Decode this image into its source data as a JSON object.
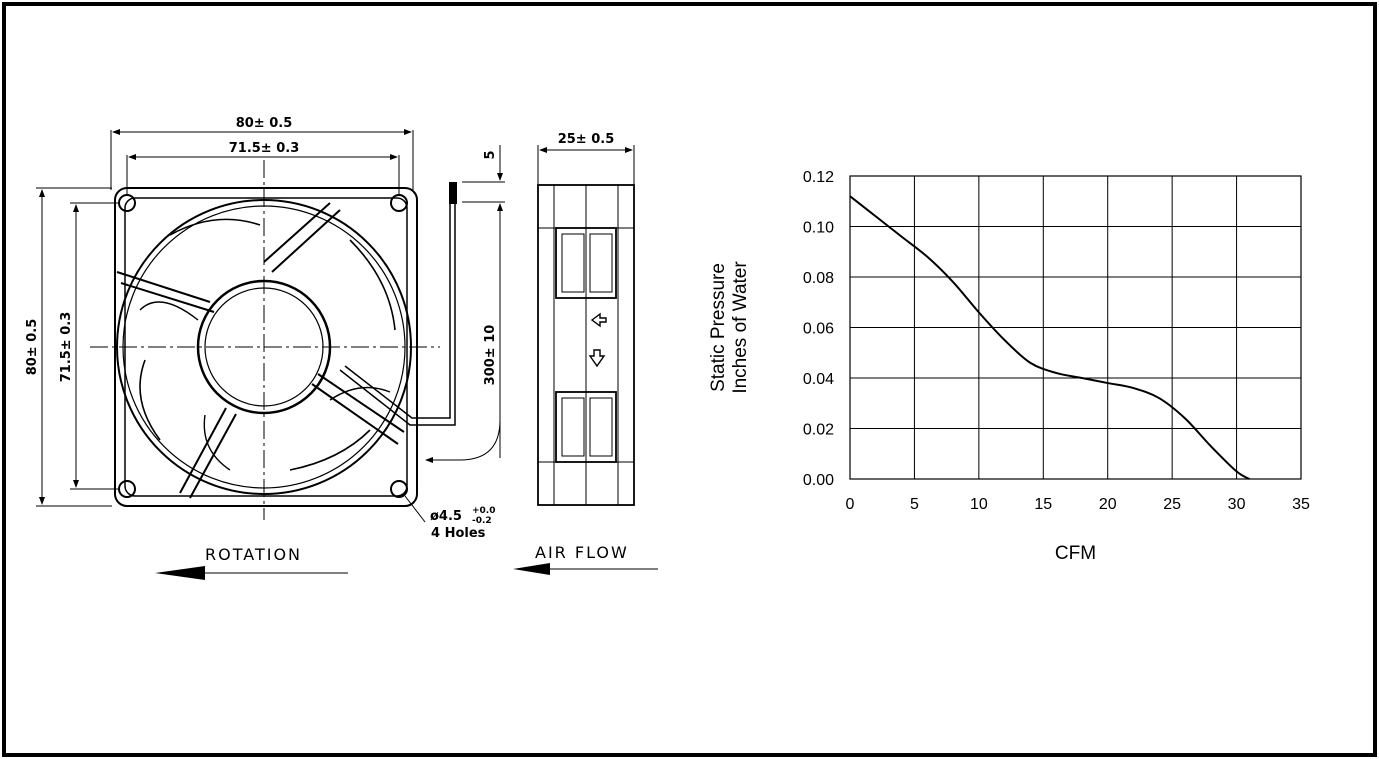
{
  "drawing": {
    "front_width": "80± 0.5",
    "front_hole_spacing": "71.5± 0.3",
    "front_height": "80± 0.5",
    "front_hole_spacing_v": "71.5± 0.3",
    "lead_offset": "5",
    "lead_length": "300± 10",
    "hole_spec": "ø4.5",
    "hole_tol_plus": "+0.0",
    "hole_tol_minus": "-0.2",
    "hole_count": "4 Holes",
    "side_depth": "25± 0.5",
    "rotation_label": "ROTATION",
    "airflow_label": "AIR  FLOW"
  },
  "chart_data": {
    "type": "line",
    "title": "",
    "xlabel": "CFM",
    "ylabel_lines": [
      "Static Pressure",
      "Inches of Water"
    ],
    "xlim": [
      0,
      35
    ],
    "ylim": [
      0,
      0.12
    ],
    "x_ticks": [
      0,
      5,
      10,
      15,
      20,
      25,
      30,
      35
    ],
    "y_ticks": [
      0.0,
      0.02,
      0.04,
      0.06,
      0.08,
      0.1,
      0.12
    ],
    "x_tick_labels": [
      "0",
      "5",
      "10",
      "15",
      "20",
      "25",
      "30",
      "35"
    ],
    "y_tick_labels": [
      "0.00",
      "0.02",
      "0.04",
      "0.06",
      "0.08",
      "0.10",
      "0.12"
    ],
    "grid": true,
    "series": [
      {
        "x": [
          0,
          2,
          4,
          6,
          8,
          10,
          12,
          14,
          16,
          18,
          20,
          22,
          24,
          26,
          28,
          30,
          31
        ],
        "y": [
          0.112,
          0.104,
          0.096,
          0.088,
          0.078,
          0.066,
          0.055,
          0.046,
          0.042,
          0.04,
          0.038,
          0.036,
          0.032,
          0.024,
          0.013,
          0.003,
          0.0
        ]
      }
    ]
  }
}
